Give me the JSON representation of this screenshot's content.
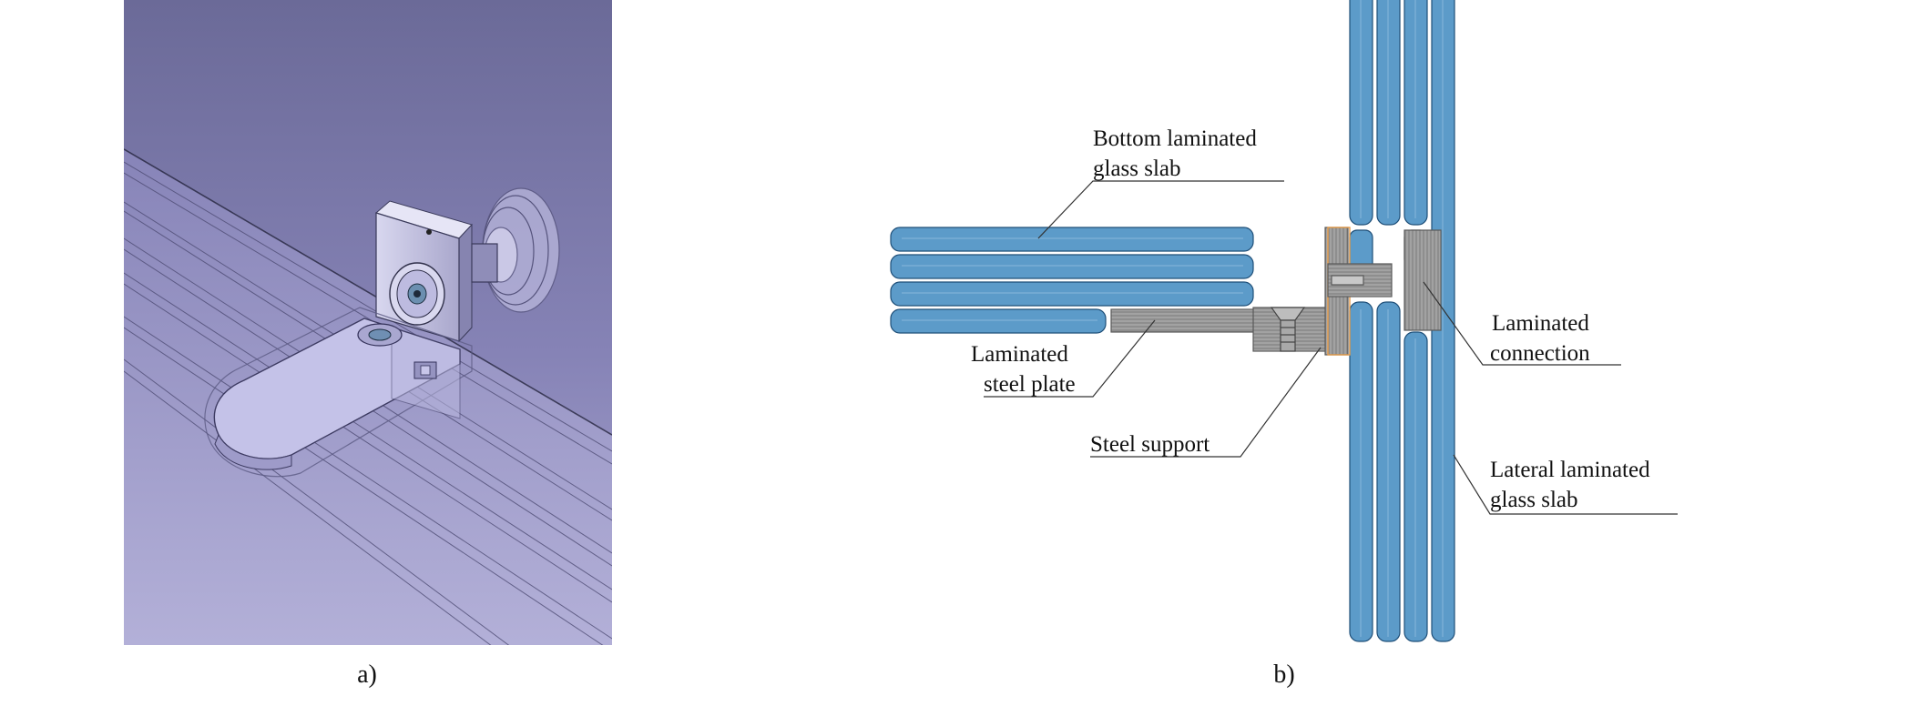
{
  "panels": {
    "a": {
      "caption": "a)"
    },
    "b": {
      "caption": "b)",
      "labels": {
        "bottom_slab_line1": "Bottom laminated",
        "bottom_slab_line2": "glass slab",
        "steel_plate_line1": "Laminated",
        "steel_plate_line2": "steel plate",
        "steel_support": "Steel support",
        "connection_line1": "Laminated",
        "connection_line2": "connection",
        "lateral_slab_line1": "Lateral laminated",
        "lateral_slab_line2": "glass slab"
      }
    }
  },
  "colors": {
    "glass": "#5c9bc9",
    "glass_edge": "#1f4f78",
    "steel": "#8f8f8f",
    "steel_dark": "#5a5a5a",
    "cad_background_top": "#6c6c98",
    "cad_background_bottom": "#a9a6cf",
    "cad_part": "#c9c7ec"
  }
}
